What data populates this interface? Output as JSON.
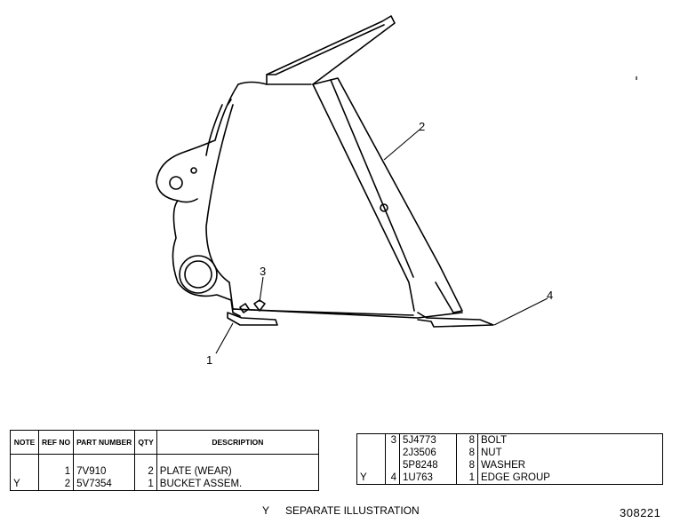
{
  "callouts": [
    "1",
    "2",
    "3",
    "4"
  ],
  "left_table": {
    "headers": {
      "note": "NOTE",
      "ref_no": "REF NO",
      "part_number": "PART NUMBER",
      "qty": "QTY",
      "description": "DESCRIPTION"
    },
    "rows": [
      {
        "note": "",
        "ref": "1",
        "part": "7V910",
        "qty": "2",
        "desc": "PLATE (WEAR)"
      },
      {
        "note": "Y",
        "ref": "2",
        "part": "5V7354",
        "qty": "1",
        "desc": "BUCKET ASSEM."
      }
    ]
  },
  "right_table": {
    "rows": [
      {
        "note": "",
        "ref": "3",
        "part": "5J4773",
        "qty": "8",
        "desc": "BOLT"
      },
      {
        "note": "",
        "ref": "",
        "part": "2J3506",
        "qty": "8",
        "desc": "NUT"
      },
      {
        "note": "",
        "ref": "",
        "part": "5P8248",
        "qty": "8",
        "desc": "WASHER"
      },
      {
        "note": "Y",
        "ref": "4",
        "part": "1U763",
        "qty": "1",
        "desc": "EDGE GROUP"
      }
    ]
  },
  "footnote": {
    "symbol": "Y",
    "text": "SEPARATE ILLUSTRATION"
  },
  "illustration_number": "308221"
}
